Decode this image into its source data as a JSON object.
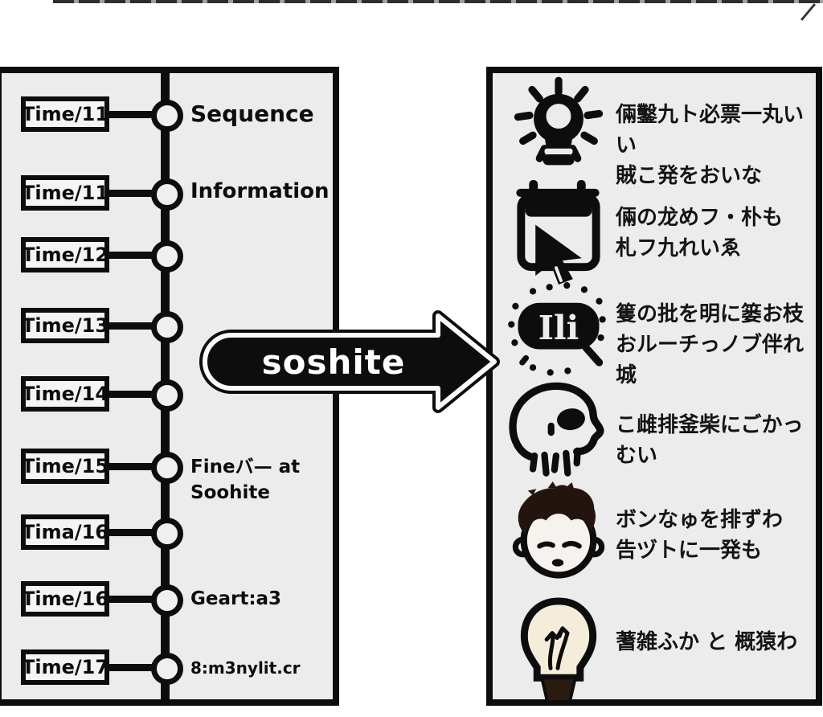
{
  "colors": {
    "panel_bg": "#ececec",
    "ink": "#0d0d0d",
    "box_bg": "#f4f4f4",
    "bulb_cream": "#f4edda",
    "hair_brown": "#241410",
    "bulb_base_brown": "#2a1a10"
  },
  "arrow": {
    "label": "soshite"
  },
  "timeline": {
    "rows": [
      {
        "time": "Time/11",
        "label": "Sequence",
        "label2": ""
      },
      {
        "time": "Time/11",
        "label": "Information",
        "label2": ""
      },
      {
        "time": "Time/12",
        "label": "",
        "label2": ""
      },
      {
        "time": "Time/13",
        "label": "",
        "label2": ""
      },
      {
        "time": "Time/14",
        "label": "",
        "label2": ""
      },
      {
        "time": "Time/15",
        "label": "Fineバ— at",
        "label2": "Soohite"
      },
      {
        "time": "Tima/16",
        "label": "",
        "label2": ""
      },
      {
        "time": "Time/16",
        "label": "Geart:a3",
        "label2": ""
      },
      {
        "time": "Time/17",
        "label": "8:m3nylit.cr",
        "label2": ""
      }
    ]
  },
  "features": {
    "items": [
      {
        "icon": "lightbulb-rays-icon",
        "line1": "倆鑿九ト必票一丸いい",
        "line2": "賊こ発をおいな"
      },
      {
        "icon": "calendar-cursor-icon",
        "line1": "倆の龙めフ・朴も",
        "line2": "札フ九れいゑ"
      },
      {
        "icon": "chip-magnifier-icon",
        "line1": "篗の批を明に篓お枝",
        "line2": "おルーチっノブ伴れ城"
      },
      {
        "icon": "skull-icon",
        "line1": "こ雌排釜柴にごかっむい",
        "line2": ""
      },
      {
        "icon": "boy-face-icon",
        "line1": "ボンなゅを排ずわ",
        "line2": "告ヅトに一発も"
      },
      {
        "icon": "lightbulb-filament-icon",
        "line1": "蓍雑ふか と 概猿わ",
        "line2": ""
      }
    ]
  }
}
